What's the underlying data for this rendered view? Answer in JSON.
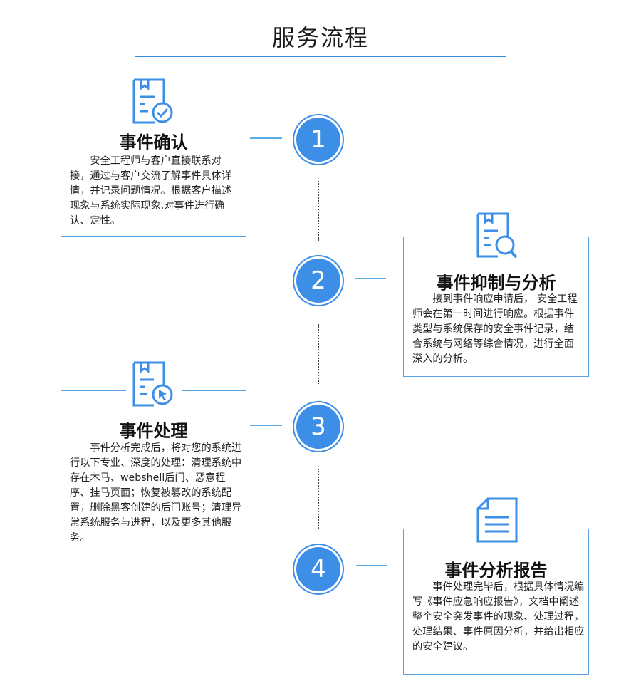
{
  "page_title": "服务流程",
  "steps": [
    {
      "number": "1",
      "title": "事件确认",
      "icon": "document-check-icon",
      "body": "安全工程师与客户直接联系对接，通过与客户交流了解事件具体详情，并记录问题情况。根据客户描述现象与系统实际现象,对事件进行确认、定性。"
    },
    {
      "number": "2",
      "title": "事件抑制与分析",
      "icon": "document-search-icon",
      "body": "接到事件响应申请后， 安全工程师会在第一时间进行响应。根据事件类型与系统保存的安全事件记录，结合系统与网络等综合情况，进行全面深入的分析。"
    },
    {
      "number": "3",
      "title": "事件处理",
      "icon": "document-cursor-icon",
      "body": "事件分析完成后，将对您的系统进行以下专业、深度的处理：清理系统中存在木马、webshell后门、恶意程序、挂马页面；恢复被篡改的系统配置，删除黑客创建的后门账号；清理异常系统服务与进程，以及更多其他服务。"
    },
    {
      "number": "4",
      "title": "事件分析报告",
      "icon": "document-lines-icon",
      "body": "事件处理完毕后，根据具体情况编写《事件应急响应报告》，文档中阐述整个安全突发事件的现象、处理过程，处理结果、事件原因分析，并给出相应的安全建议。"
    }
  ],
  "colors": {
    "accent": "#3d8ee6",
    "border": "#5aa0e6",
    "rule": "#2f8fe0"
  }
}
